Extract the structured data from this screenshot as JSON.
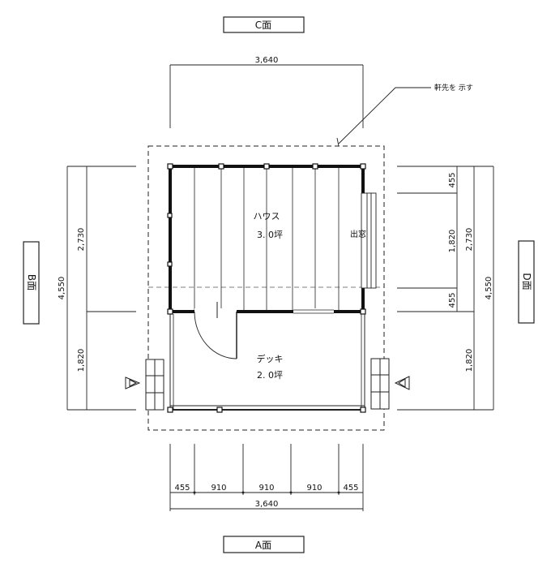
{
  "faces": {
    "top": "C面",
    "bottom": "A面",
    "left": "B面",
    "right": "D面"
  },
  "annotation": "軒先を 示す",
  "rooms": {
    "house_name": "ハウス",
    "house_area": "3. 0坪",
    "deck_name": "デッキ",
    "deck_area": "2. 0坪",
    "window": "出窓"
  },
  "dimensions": {
    "top_total": "3,640",
    "bottom_total": "3,640",
    "bottom_segments": [
      "455",
      "910",
      "910",
      "910",
      "455"
    ],
    "left_total": "4,550",
    "left_house": "2,730",
    "left_deck": "1,820",
    "right_total": "4,550",
    "right_house": "2,730",
    "right_deck": "1,820",
    "right_inner_top": "455",
    "right_inner_mid": "1,820",
    "right_inner_bottom": "455"
  }
}
